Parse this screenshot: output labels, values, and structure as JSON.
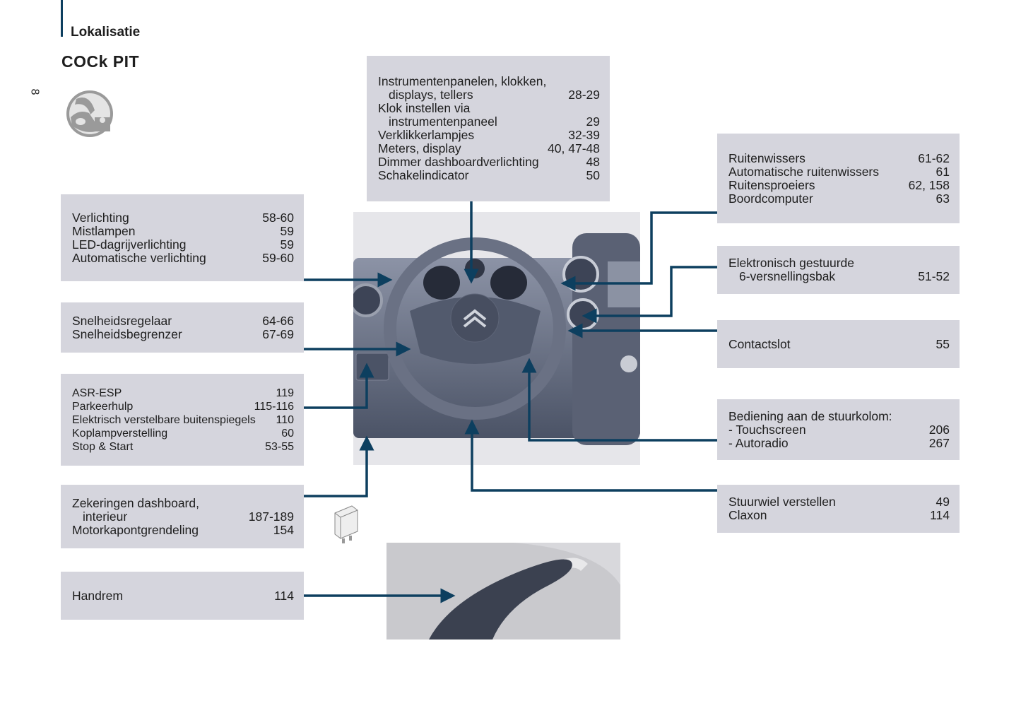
{
  "header": {
    "section": "Lokalisatie",
    "title": "COCk PIT",
    "page_number": "8"
  },
  "colors": {
    "accent": "#0d3f5f",
    "box": "#d5d5dd"
  },
  "boxes": [
    {
      "id": "instrument",
      "rows": [
        {
          "label": "Instrumentenpanelen, klokken,",
          "page": ""
        },
        {
          "label": "displays, tellers",
          "page": "28-29",
          "indent": true
        },
        {
          "label": "Klok instellen via",
          "page": ""
        },
        {
          "label": "instrumentenpaneel",
          "page": "29",
          "indent": true
        },
        {
          "label": "Verklikkerlampjes",
          "page": "32-39"
        },
        {
          "label": "Meters, display",
          "page": "40, 47-48"
        },
        {
          "label": "Dimmer dashboardverlichting",
          "page": "48"
        },
        {
          "label": "Schakelindicator",
          "page": "50"
        }
      ]
    },
    {
      "id": "lighting",
      "rows": [
        {
          "label": "Verlichting",
          "page": "58-60"
        },
        {
          "label": "Mistlampen",
          "page": "59"
        },
        {
          "label": "LED-dagrijverlichting",
          "page": "59"
        },
        {
          "label": "Automatische verlichting",
          "page": "59-60"
        }
      ]
    },
    {
      "id": "speed",
      "rows": [
        {
          "label": "Snelheidsregelaar",
          "page": "64-66"
        },
        {
          "label": "Snelheidsbegrenzer",
          "page": "67-69"
        }
      ]
    },
    {
      "id": "switches",
      "rows": [
        {
          "label": "ASR-ESP",
          "page": "119",
          "small": true
        },
        {
          "label": "Parkeerhulp",
          "page": "115-116",
          "small": true
        },
        {
          "label": "Elektrisch verstelbare buitenspiegels",
          "page": "110",
          "small": true
        },
        {
          "label": "Koplampverstelling",
          "page": "60",
          "small": true
        },
        {
          "label": "Stop & Start",
          "page": "53-55",
          "small": true
        }
      ]
    },
    {
      "id": "fuses",
      "rows": [
        {
          "label": "Zekeringen dashboard,",
          "page": ""
        },
        {
          "label": "interieur",
          "page": "187-189",
          "indent": true
        },
        {
          "label": "Motorkapontgrendeling",
          "page": "154"
        }
      ]
    },
    {
      "id": "handbrake",
      "rows": [
        {
          "label": "Handrem",
          "page": "114"
        }
      ]
    },
    {
      "id": "wipers",
      "rows": [
        {
          "label": "Ruitenwissers",
          "page": "61-62"
        },
        {
          "label": "Automatische ruitenwissers",
          "page": "61"
        },
        {
          "label": "Ruitensproeiers",
          "page": "62, 158"
        },
        {
          "label": "Boordcomputer",
          "page": "63"
        }
      ]
    },
    {
      "id": "gearbox",
      "rows": [
        {
          "label": "Elektronisch gestuurde",
          "page": ""
        },
        {
          "label": "6-versnellingsbak",
          "page": "51-52",
          "indent": true
        }
      ]
    },
    {
      "id": "ignition",
      "rows": [
        {
          "label": "Contactslot",
          "page": "55"
        }
      ]
    },
    {
      "id": "steering-controls",
      "rows": [
        {
          "label": "Bediening aan de stuurkolom:",
          "page": ""
        },
        {
          "label": "-  Touchscreen",
          "page": "206"
        },
        {
          "label": "-  Autoradio",
          "page": "267"
        }
      ]
    },
    {
      "id": "steering-wheel",
      "rows": [
        {
          "label": "Stuurwiel verstellen",
          "page": "49"
        },
        {
          "label": "Claxon",
          "page": "114"
        }
      ]
    }
  ]
}
